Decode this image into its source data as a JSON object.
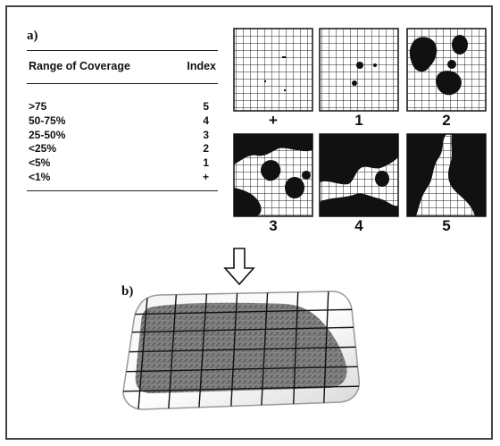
{
  "panel_a_label": "a)",
  "panel_b_label": "b)",
  "table": {
    "header_range": "Range of Coverage",
    "header_index": "Index",
    "rows": [
      {
        "range": ">75",
        "index": "5"
      },
      {
        "range": "50-75%",
        "index": "4"
      },
      {
        "range": "25-50%",
        "index": "3"
      },
      {
        "range": "<25%",
        "index": "2"
      },
      {
        "range": "<5%",
        "index": "1"
      },
      {
        "range": "<1%",
        "index": "+"
      }
    ]
  },
  "grid_captions": [
    "+",
    "1",
    "2",
    "3",
    "4",
    "5"
  ],
  "arrow_icon": "down-arrow-outline-icon",
  "colors": {
    "ink": "#111111",
    "frame": "#444444",
    "photo": "#6e6e6e"
  }
}
